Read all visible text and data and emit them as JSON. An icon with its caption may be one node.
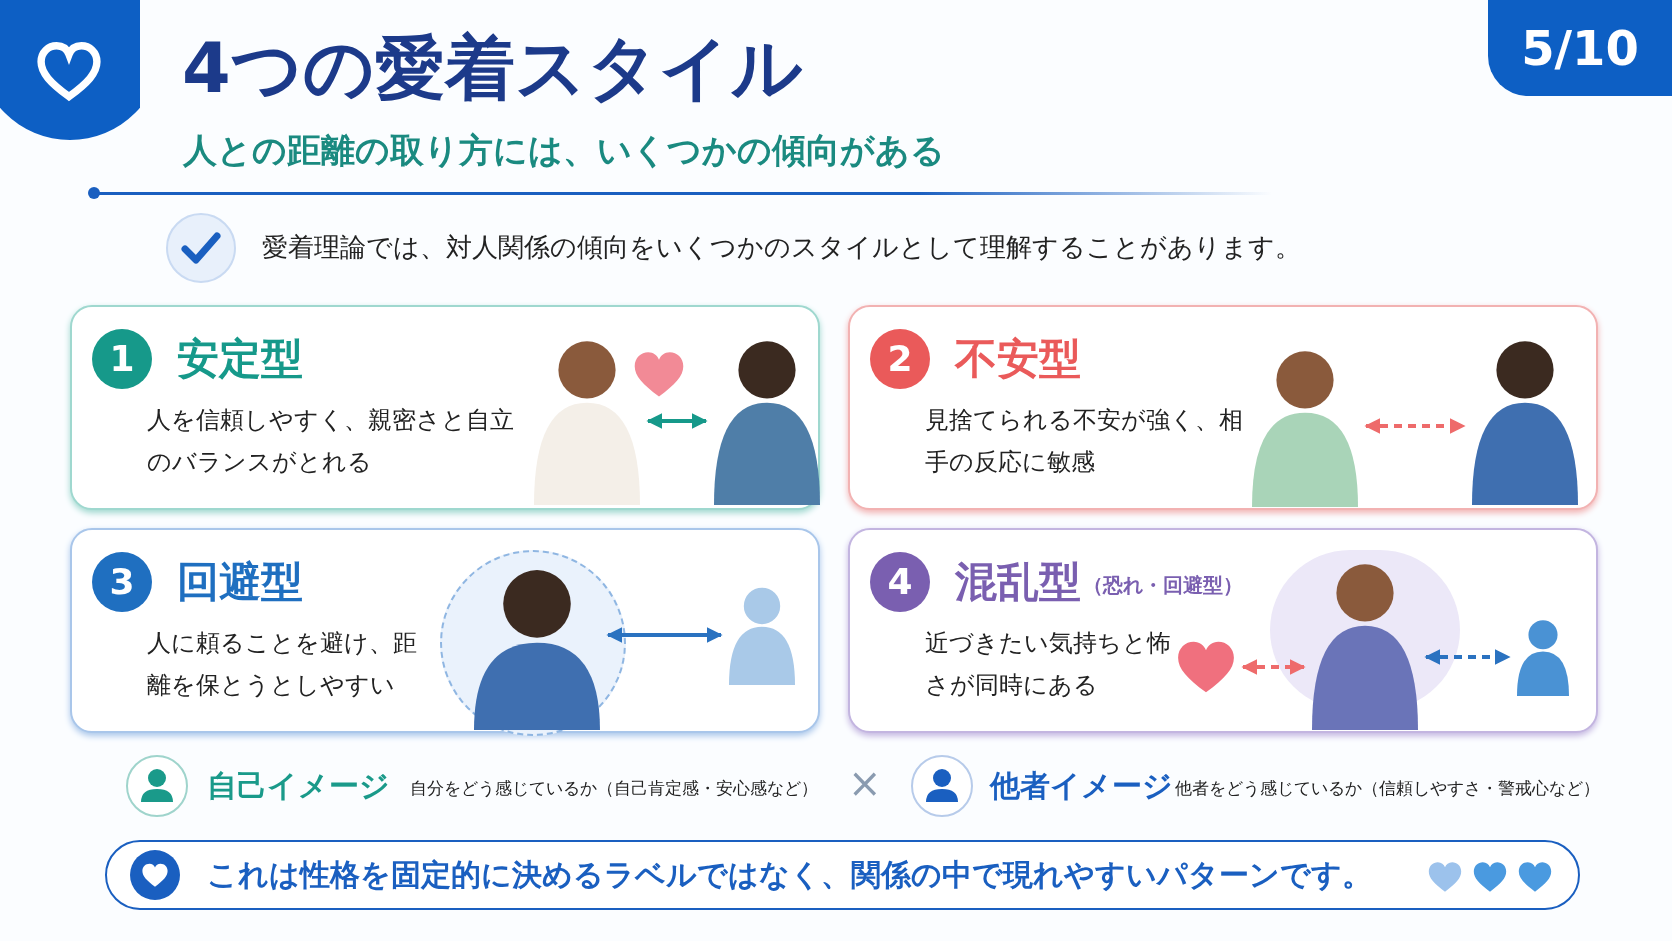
{
  "diagram": {
    "title": "4つの愛着スタイル",
    "nodes": [
      {
        "text": [
          "1",
          "安定型",
          "人を信頼しやすく、親密さと自立のバランスがとれる"
        ]
      },
      {
        "text": [],
        "shape": "person",
        "in": 0
      },
      {
        "text": [],
        "shape": "person",
        "in": 0
      },
      {
        "text": [
          "2",
          "不安型",
          "見捨てられる不安が強く、相手の反応に敏感"
        ]
      },
      {
        "text": [],
        "shape": "person",
        "in": 3
      },
      {
        "text": [],
        "shape": "person",
        "in": 3
      },
      {
        "text": [
          "3",
          "回避型",
          "人に頼ることを避け、距離を保とうとしやすい"
        ]
      },
      {
        "text": [],
        "shape": "person",
        "in": 6
      },
      {
        "text": [],
        "shape": "person",
        "in": 6
      },
      {
        "text": [
          "4",
          "混乱型",
          "（恐れ・回避型）",
          "近づきたい気持ちと怖さが同時にある"
        ]
      },
      {
        "text": [],
        "shape": "heart",
        "in": 9
      },
      {
        "text": [],
        "shape": "person",
        "in": 9
      },
      {
        "text": [],
        "shape": "person",
        "in": 9
      },
      {
        "text": [
          "これは性格を固定的に決めるラベルではなく、関係の中で現れやすいパターンです。"
        ]
      }
    ],
    "edges": [
      {
        "from": 1,
        "to": 2,
        "arrow": "both",
        "color": "#16998a"
      },
      {
        "from": 4,
        "to": 5,
        "arrow": "both",
        "style": "dashed",
        "color": "#ee6b6b"
      },
      {
        "from": 7,
        "to": 8,
        "arrow": "both",
        "color": "#2a72c0"
      },
      {
        "from": 10,
        "to": 11,
        "arrow": "both",
        "style": "dashed",
        "color": "#ee6b6b"
      },
      {
        "from": 11,
        "to": 12,
        "arrow": "both",
        "style": "dashed",
        "color": "#2a72c0"
      }
    ],
    "labels": [
      "5/10",
      "人との距離の取り方には、いくつかの傾向がある",
      "愛着理論では、対人関係の傾向をいくつかのスタイルとして理解することがあります。",
      "自己イメージ",
      "自分をどう感じているか（自己肯定感・安心感など）",
      "×",
      "他者イメージ",
      "他者をどう感じているか（信頼しやすさ・警戒心など）"
    ]
  }
}
